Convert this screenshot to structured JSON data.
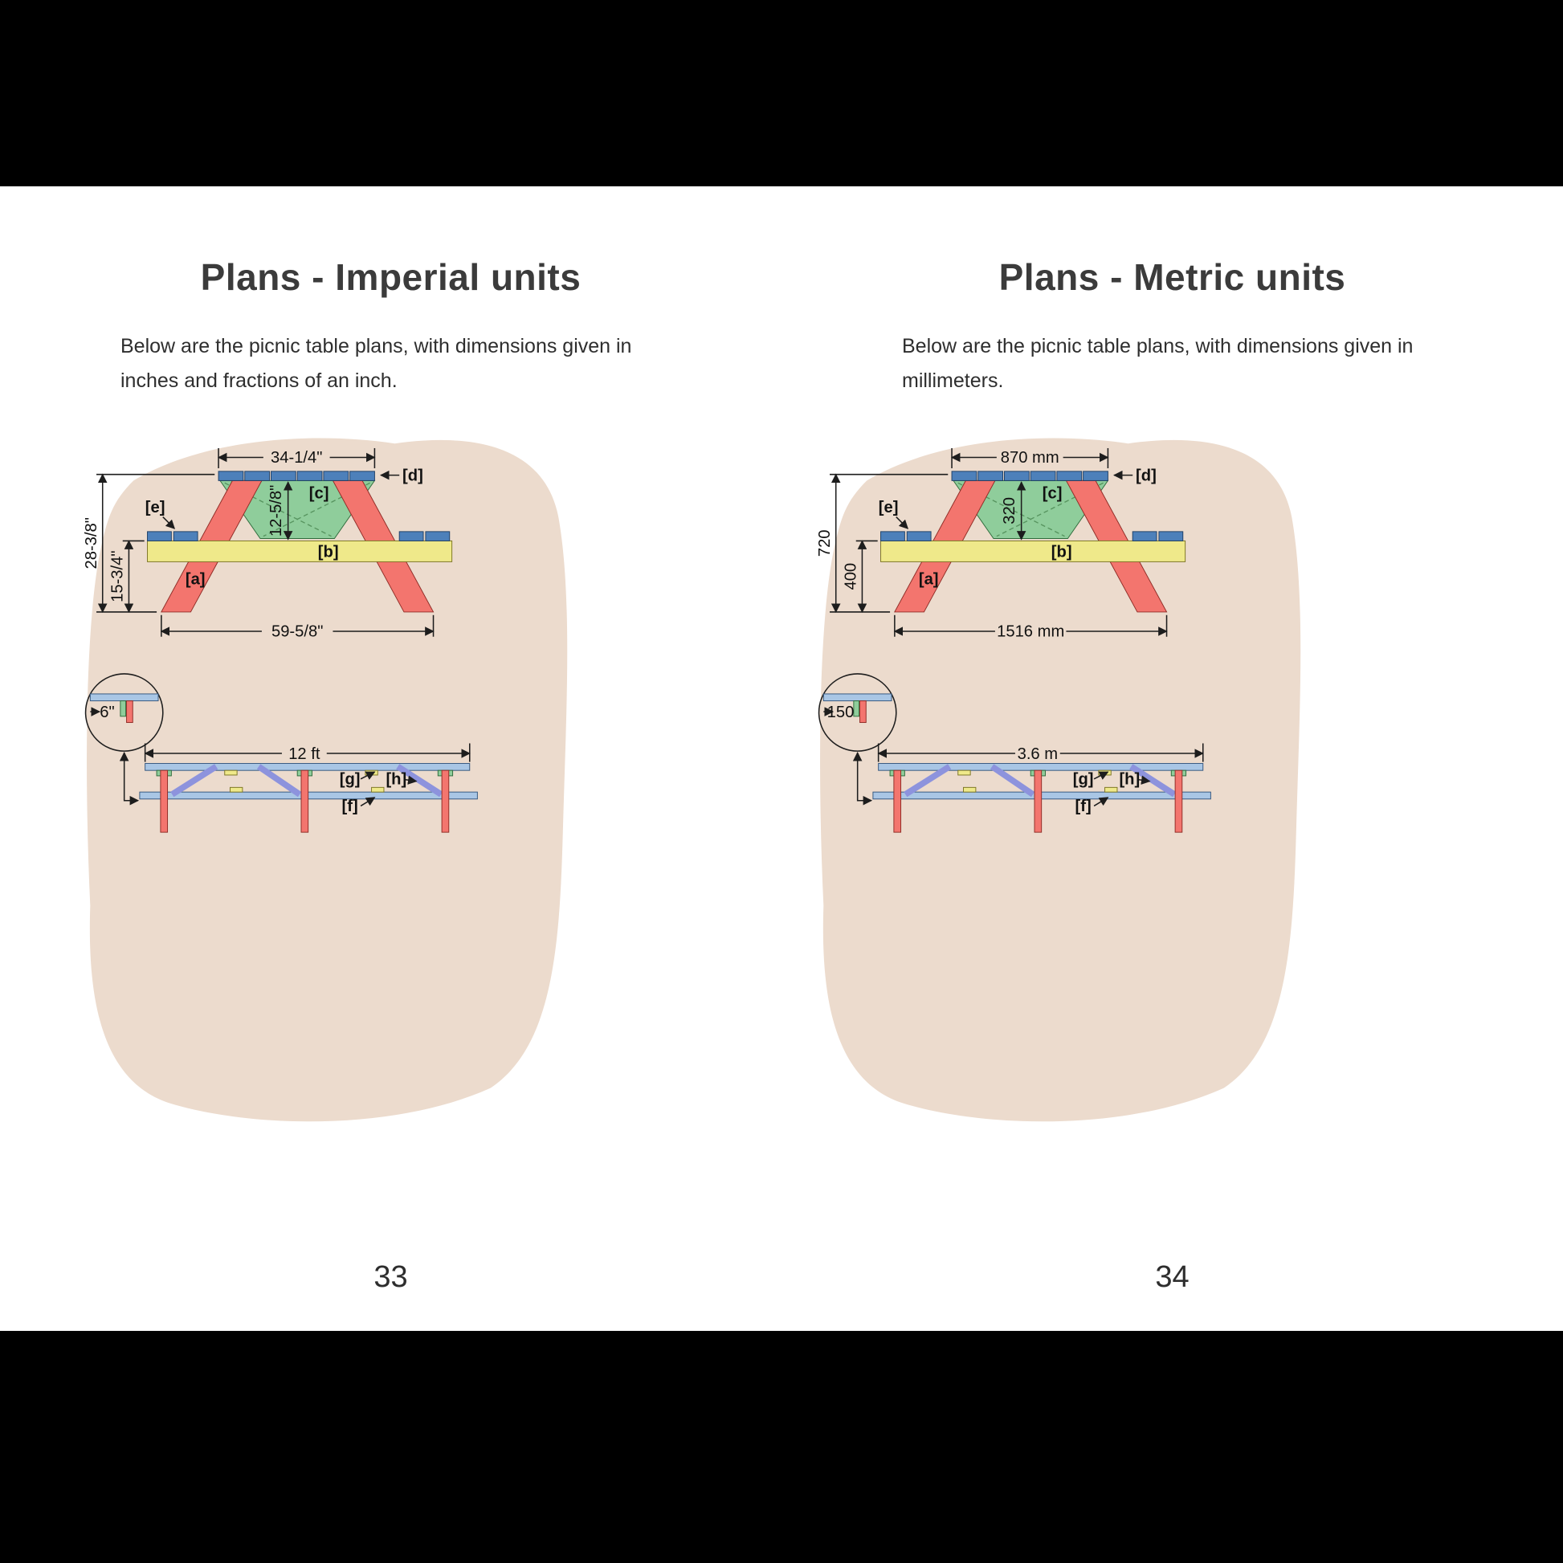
{
  "palette": {
    "blob_beige": "#ecdbcd",
    "plank_blue": "#4d80ba",
    "board_blue": "#a9c6e5",
    "support_green": "#8fcd9b",
    "leg_red": "#f3756e",
    "seat_yellow": "#efe98a",
    "brace_purple": "#8d93dd"
  },
  "left": {
    "title": "Plans - Imperial units",
    "intro": "Below are the picnic table plans, with dimensions given in inches and fractions of an inch.",
    "page_number": "33",
    "diagram": {
      "dim_top": "34-1/4\"",
      "dim_inner": "12-5/8\"",
      "dim_height": "28-3/8\"",
      "dim_seat": "15-3/4\"",
      "dim_base": "59-5/8\"",
      "dim_detail": "6\"",
      "dim_length": "12 ft",
      "label_a": "[a]",
      "label_b": "[b]",
      "label_c": "[c]",
      "label_d": "[d]",
      "label_e": "[e]",
      "label_f": "[f]",
      "label_g": "[g]",
      "label_h": "[h]"
    }
  },
  "right": {
    "title": "Plans - Metric units",
    "intro": "Below are the picnic table plans, with dimensions given in millimeters.",
    "page_number": "34",
    "diagram": {
      "dim_top": "870 mm",
      "dim_inner": "320",
      "dim_height": "720",
      "dim_seat": "400",
      "dim_base": "1516 mm",
      "dim_detail": "150",
      "dim_length": "3.6 m",
      "label_a": "[a]",
      "label_b": "[b]",
      "label_c": "[c]",
      "label_d": "[d]",
      "label_e": "[e]",
      "label_f": "[f]",
      "label_g": "[g]",
      "label_h": "[h]"
    }
  }
}
